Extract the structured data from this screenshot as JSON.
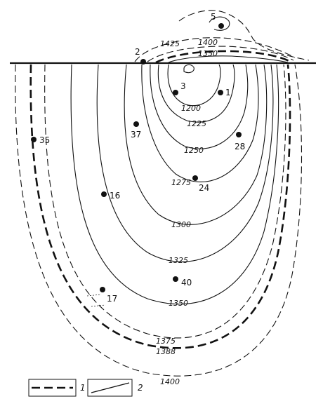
{
  "isolines": {
    "1200": "1200",
    "1225": "1225",
    "1250": "1250",
    "1275": "1275",
    "1300": "1300",
    "1325": "1325",
    "1350": "1350",
    "1375": "1375",
    "1388": "1388",
    "1400": "1400",
    "1425": "1425"
  },
  "wells": [
    "5",
    "2",
    "3",
    "1",
    "37",
    "28",
    "35",
    "24",
    "16",
    "40",
    "17"
  ],
  "legend": {
    "item1": "1",
    "item2": "2"
  }
}
